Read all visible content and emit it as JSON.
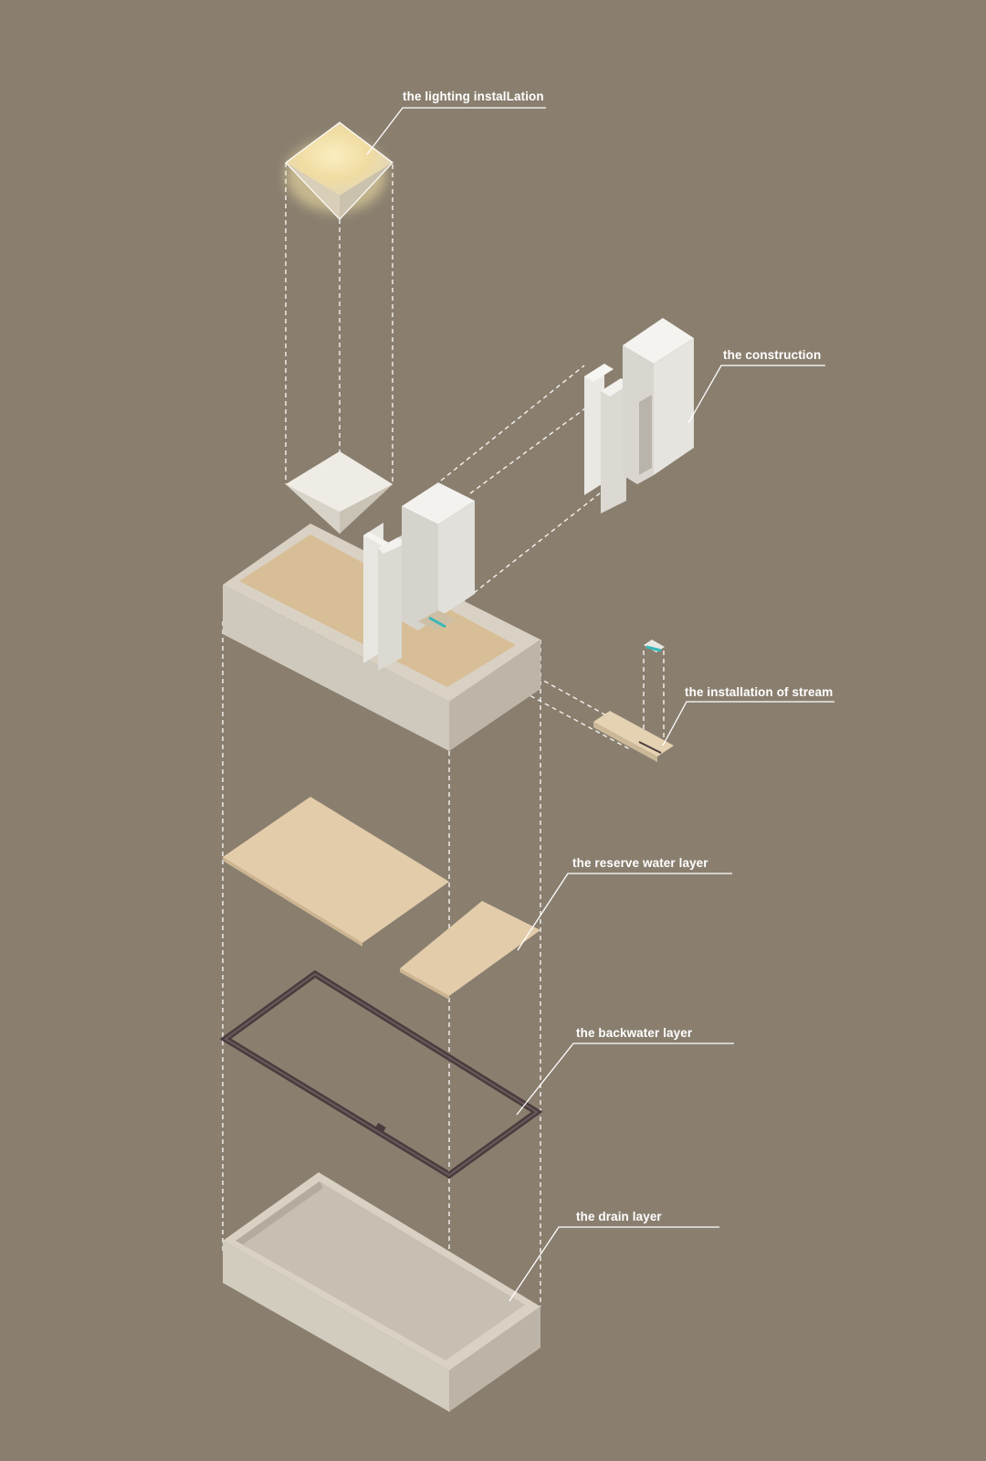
{
  "labels": {
    "lighting": "the lighting instalLation",
    "construction": "the construction",
    "stream": "the installation of stream",
    "reserve": "the reserve water layer",
    "backwater": "the backwater layer",
    "drain": "the drain layer"
  },
  "colors": {
    "background": "#8a7f6f",
    "plaster": "#e4e1da",
    "sand": "#e2ccaa",
    "frame": "#4a3c3e",
    "glow": "#f3e2a6",
    "water": "#36b7b8",
    "line": "#ffffff"
  }
}
